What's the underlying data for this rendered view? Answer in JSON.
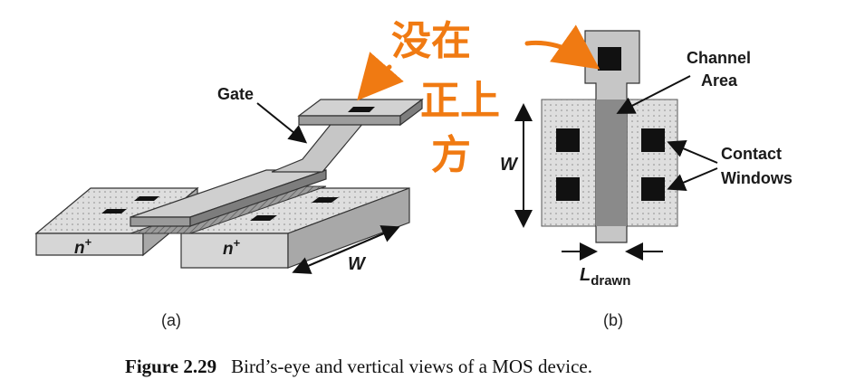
{
  "figure": {
    "number": "Figure 2.29",
    "caption": "Bird’s-eye and vertical views of a MOS device."
  },
  "panel_a": {
    "label": "(a)",
    "gate_label": "Gate",
    "source_label": "n",
    "drain_label": "n",
    "doping_superscript": "+",
    "width_label": "W"
  },
  "panel_b": {
    "label": "(b)",
    "channel_label_line1": "Channel",
    "channel_label_line2": "Area",
    "contact_label_line1": "Contact",
    "contact_label_line2": "Windows",
    "width_label": "W",
    "length_label_main": "L",
    "length_label_sub": "drawn"
  },
  "annotation": {
    "line1": "没在",
    "line2": "正上",
    "line3": "方",
    "color": "#f07a12"
  },
  "colors": {
    "gate_top": "#c8c8c8",
    "gate_side": "#8c8c8c",
    "diffusion": "#e0e0e0",
    "diffusion_side": "#a9a9a9",
    "channel": "#8a8a8a",
    "contact": "#111111"
  }
}
